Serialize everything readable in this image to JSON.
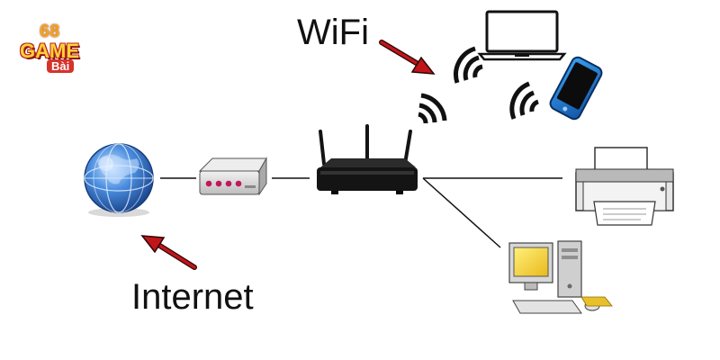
{
  "labels": {
    "wifi": "WiFi",
    "internet": "Internet"
  },
  "logo": {
    "number": "68",
    "main": "GAME",
    "sub": "Bài"
  },
  "colors": {
    "arrow": "#c0161a",
    "line": "#111111",
    "router": "#141414",
    "modem": "#d8d8d8",
    "globe": "#2f6fc4",
    "monitor_screen": "#f5d92c",
    "phone": "#1f7fd6"
  },
  "devices": [
    "globe-icon",
    "modem-icon",
    "router-icon",
    "laptop-icon",
    "smartphone-icon",
    "printer-icon",
    "desktop-computer-icon"
  ]
}
